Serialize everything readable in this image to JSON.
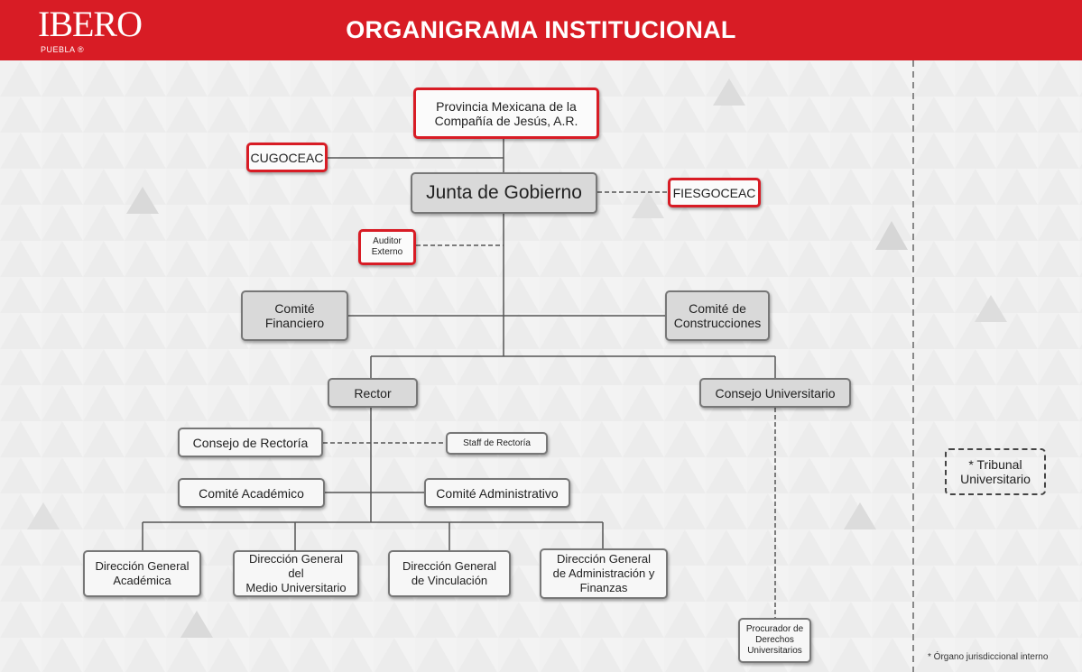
{
  "header": {
    "logo": "IBERO",
    "logo_sub": "PUEBLA ®",
    "title": "ORGANIGRAMA INSTITUCIONAL"
  },
  "nodes": {
    "provincia": "Provincia Mexicana de la\nCompañía de Jesús, A.R.",
    "cugoceac": "CUGOCEAC",
    "junta": "Junta de Gobierno",
    "fiesgoceac": "FIESGOCEAC",
    "auditor": "Auditor\nExterno",
    "comite_financiero": "Comité\nFinanciero",
    "comite_construcciones": "Comité de\nConstrucciones",
    "rector": "Rector",
    "consejo_universitario": "Consejo Universitario",
    "consejo_rectoria": "Consejo de Rectoría",
    "staff_rectoria": "Staff de Rectoría",
    "comite_academico": "Comité Académico",
    "comite_administrativo": "Comité Administrativo",
    "dg_academica": "Dirección General\nAcadémica",
    "dg_medio": "Dirección General del\nMedio Universitario",
    "dg_vinculacion": "Dirección General\nde Vinculación",
    "dg_administracion": "Dirección General\nde Administración y\nFinanzas",
    "procurador": "Procurador de\nDerechos\nUniversitarios",
    "tribunal": "* Tribunal\nUniversitario"
  },
  "footnote": "* Órgano jurisdiccional interno",
  "colors": {
    "brand_red": "#d81c25",
    "box_border": "#777777",
    "line": "#555555"
  }
}
